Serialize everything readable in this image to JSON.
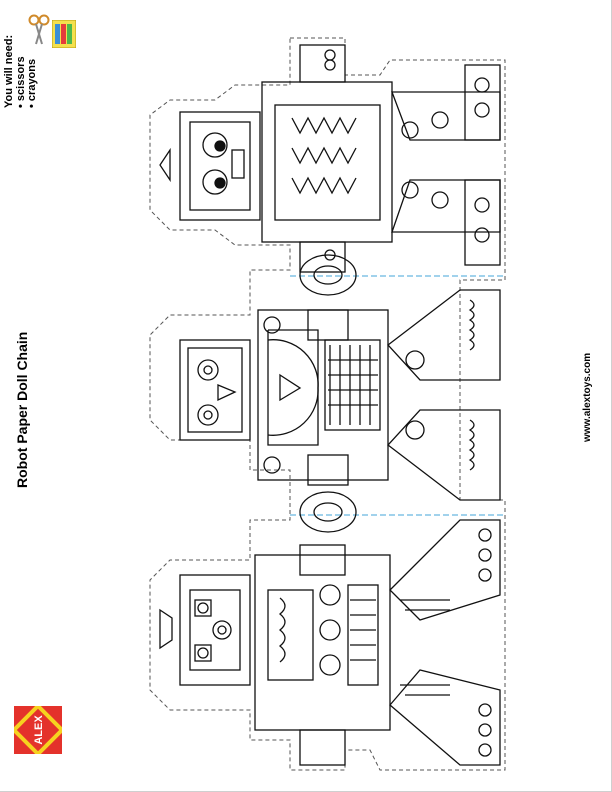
{
  "title": "Robot Paper Doll Chain",
  "website": "www.alextoys.com",
  "supplies": {
    "heading": "You will need:",
    "items": [
      "scissors",
      "crayons"
    ]
  },
  "brand": {
    "logo_text": "ALEX",
    "logo_colors": [
      "#e4322b",
      "#f6d21f"
    ]
  },
  "colors": {
    "line": "#111111",
    "fold_line": "#69b8e0",
    "cut_line": "#555555"
  },
  "icons": [
    "scissors-icon",
    "crayons-icon"
  ]
}
